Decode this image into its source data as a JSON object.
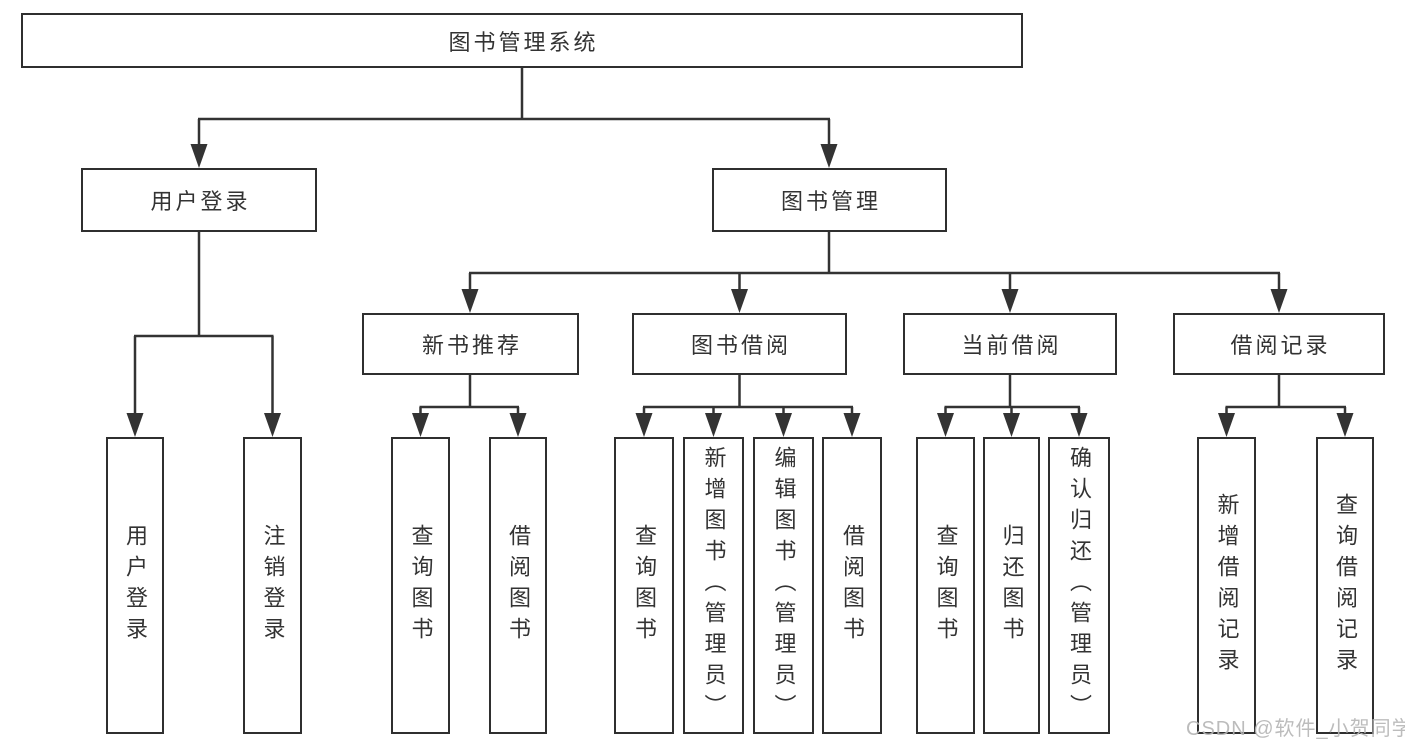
{
  "structure": {
    "label": "图书管理系统",
    "children": [
      {
        "label": "用户登录",
        "children": [
          {
            "label": "用户登录"
          },
          {
            "label": "注销登录"
          }
        ]
      },
      {
        "label": "图书管理",
        "children": [
          {
            "label": "新书推荐",
            "children": [
              {
                "label": "查询图书"
              },
              {
                "label": "借阅图书"
              }
            ]
          },
          {
            "label": "图书借阅",
            "children": [
              {
                "label": "查询图书"
              },
              {
                "label": "新增图书（管理员）"
              },
              {
                "label": "编辑图书（管理员）"
              },
              {
                "label": "借阅图书"
              }
            ]
          },
          {
            "label": "当前借阅",
            "children": [
              {
                "label": "查询图书"
              },
              {
                "label": "归还图书"
              },
              {
                "label": "确认归还（管理员）"
              }
            ]
          },
          {
            "label": "借阅记录",
            "children": [
              {
                "label": "新增借阅记录"
              },
              {
                "label": "查询借阅记录"
              }
            ]
          }
        ]
      }
    ]
  },
  "watermark": "CSDN @软件_小贺同学",
  "colors": {
    "background": "#ffffff",
    "line": "#333333",
    "box_border": "#2f2f2f",
    "box_fill": "#ffffff",
    "text": "#333333",
    "watermark": "#b5b5b5"
  }
}
